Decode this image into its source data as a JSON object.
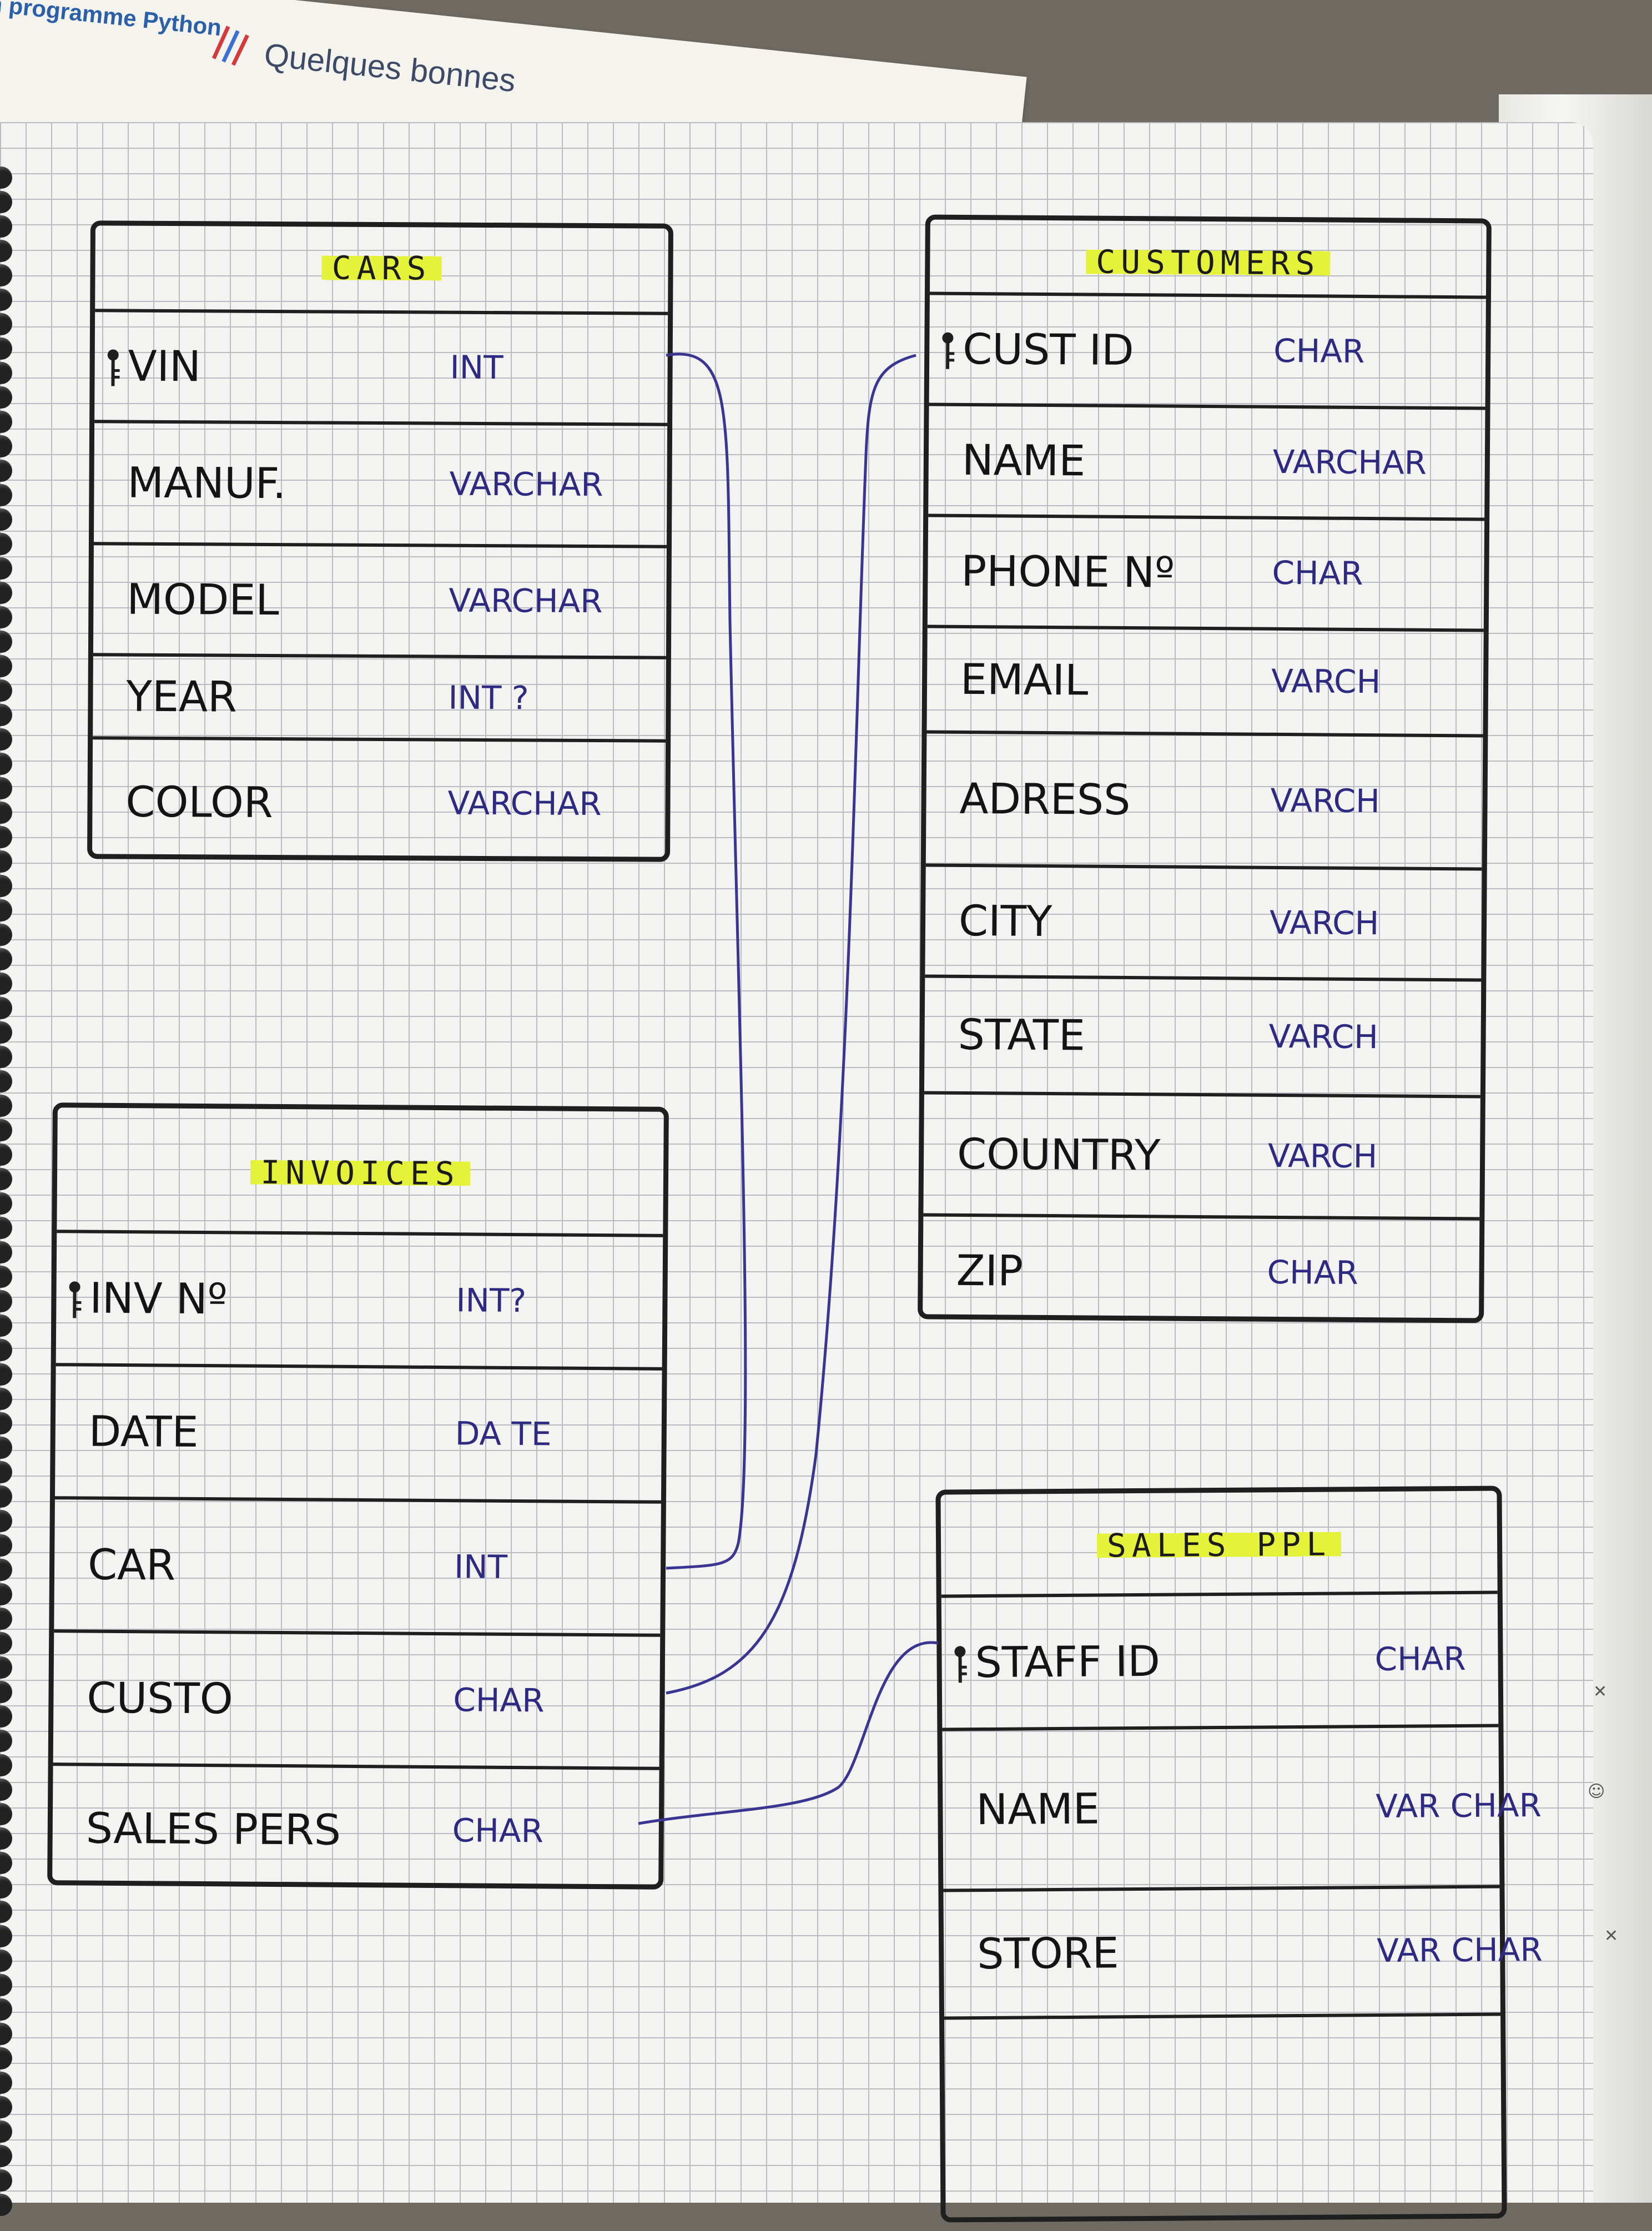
{
  "sheet": {
    "line1": "un programme Python",
    "line2": "Quelques bonnes"
  },
  "tables": {
    "cars": {
      "title": "CARS",
      "rows": [
        {
          "name": "VIN",
          "type": "INT",
          "key": true
        },
        {
          "name": "MANUF.",
          "type": "VARCHAR"
        },
        {
          "name": "MODEL",
          "type": "VARCHAR"
        },
        {
          "name": "YEAR",
          "type": "INT ?"
        },
        {
          "name": "COLOR",
          "type": "VARCHAR"
        }
      ]
    },
    "customers": {
      "title": "CUSTOMERS",
      "rows": [
        {
          "name": "CUST   ID",
          "type": "CHAR",
          "key": true
        },
        {
          "name": "NAME",
          "type": "VARCHAR"
        },
        {
          "name": "PHONE Nº",
          "type": "CHAR"
        },
        {
          "name": "EMAIL",
          "type": "VARCH"
        },
        {
          "name": "ADRESS",
          "type": "VARCH"
        },
        {
          "name": "CITY",
          "type": "VARCH"
        },
        {
          "name": "STATE",
          "type": "VARCH"
        },
        {
          "name": "COUNTRY",
          "type": "VARCH"
        },
        {
          "name": "ZIP",
          "type": "CHAR"
        }
      ]
    },
    "invoices": {
      "title": "INVOICES",
      "rows": [
        {
          "name": "INV   Nº",
          "type": "INT?",
          "key": true
        },
        {
          "name": "DATE",
          "type": "DA TE"
        },
        {
          "name": "CAR",
          "type": "INT"
        },
        {
          "name": "CUSTO",
          "type": "CHAR"
        },
        {
          "name": "SALES PERS",
          "type": "CHAR"
        }
      ]
    },
    "sales_ppl": {
      "title": "SALES  PPL",
      "rows": [
        {
          "name": "STAFF   ID",
          "type": "CHAR",
          "key": true
        },
        {
          "name": "NAME",
          "type": "VAR CHAR"
        },
        {
          "name": "STORE",
          "type": "VAR CHAR"
        }
      ]
    }
  },
  "colors": {
    "ink": "#1f1f1f",
    "type_ink": "#2e2a82",
    "highlight": "#e4f23a",
    "connector": "#3a3590"
  }
}
